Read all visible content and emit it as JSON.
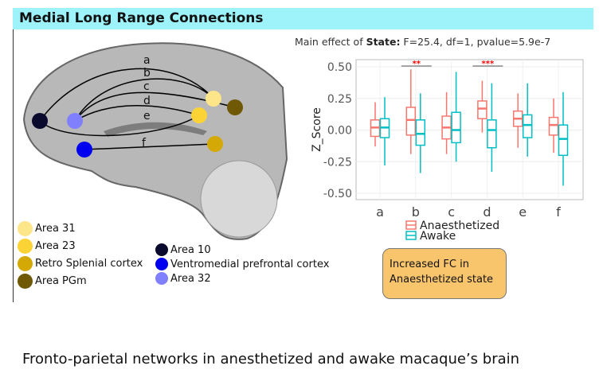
{
  "title": "Medial Long Range Connections",
  "effect": {
    "prefix": "Main effect of ",
    "bold": "State:",
    "stats": " F=25.4, df=1, pvalue=5.9e-7"
  },
  "brain": {
    "connection_labels": [
      "a",
      "b",
      "c",
      "d",
      "e",
      "f"
    ],
    "legend_left": [
      {
        "label": "Area 31",
        "color": "#fde58a"
      },
      {
        "label": "Area 23",
        "color": "#fbd335"
      },
      {
        "label": "Retro Splenial cortex",
        "color": "#d4a805"
      },
      {
        "label": "Area PGm",
        "color": "#6f5806"
      }
    ],
    "legend_right": [
      {
        "label": "Area 10",
        "color": "#0a0a2e"
      },
      {
        "label": "Ventromedial prefrontal cortex",
        "color": "#0000f0"
      },
      {
        "label": "Area 32",
        "color": "#8080ff"
      }
    ]
  },
  "chart_data": {
    "type": "box",
    "ylabel": "Z_Score",
    "ylim": [
      -0.55,
      0.55
    ],
    "yticks": [
      "0.50",
      "0.25",
      "0.00",
      "-0.25",
      "-0.50"
    ],
    "ytick_values": [
      0.5,
      0.25,
      0,
      -0.25,
      -0.5
    ],
    "categories": [
      "a",
      "b",
      "c",
      "d",
      "e",
      "f"
    ],
    "significance": [
      {
        "category": "b",
        "label": "**"
      },
      {
        "category": "d",
        "label": "***"
      }
    ],
    "series": [
      {
        "name": "Anaesthetized",
        "color": "#f8766d",
        "boxes": [
          {
            "min": -0.13,
            "q1": -0.05,
            "median": 0.02,
            "q3": 0.08,
            "max": 0.22
          },
          {
            "min": -0.19,
            "q1": -0.04,
            "median": 0.08,
            "q3": 0.18,
            "max": 0.48
          },
          {
            "min": -0.19,
            "q1": -0.07,
            "median": 0.02,
            "q3": 0.11,
            "max": 0.3
          },
          {
            "min": -0.02,
            "q1": 0.09,
            "median": 0.17,
            "q3": 0.23,
            "max": 0.39
          },
          {
            "min": -0.14,
            "q1": 0.03,
            "median": 0.09,
            "q3": 0.15,
            "max": 0.29
          },
          {
            "min": -0.18,
            "q1": -0.04,
            "median": 0.04,
            "q3": 0.1,
            "max": 0.25
          }
        ]
      },
      {
        "name": "Awake",
        "color": "#00bfc4",
        "boxes": [
          {
            "min": -0.28,
            "q1": -0.06,
            "median": 0.02,
            "q3": 0.09,
            "max": 0.26
          },
          {
            "min": -0.34,
            "q1": -0.12,
            "median": -0.03,
            "q3": 0.08,
            "max": 0.29
          },
          {
            "min": -0.25,
            "q1": -0.1,
            "median": 0.0,
            "q3": 0.14,
            "max": 0.46
          },
          {
            "min": -0.33,
            "q1": -0.14,
            "median": 0.0,
            "q3": 0.08,
            "max": 0.37
          },
          {
            "min": -0.21,
            "q1": -0.06,
            "median": 0.04,
            "q3": 0.12,
            "max": 0.37
          },
          {
            "min": -0.44,
            "q1": -0.2,
            "median": -0.07,
            "q3": 0.04,
            "max": 0.3
          }
        ]
      }
    ]
  },
  "callout": "Increased FC in Anaesthetized state",
  "caption": "Fronto-parietal networks in anesthetized and awake macaque’s brain"
}
